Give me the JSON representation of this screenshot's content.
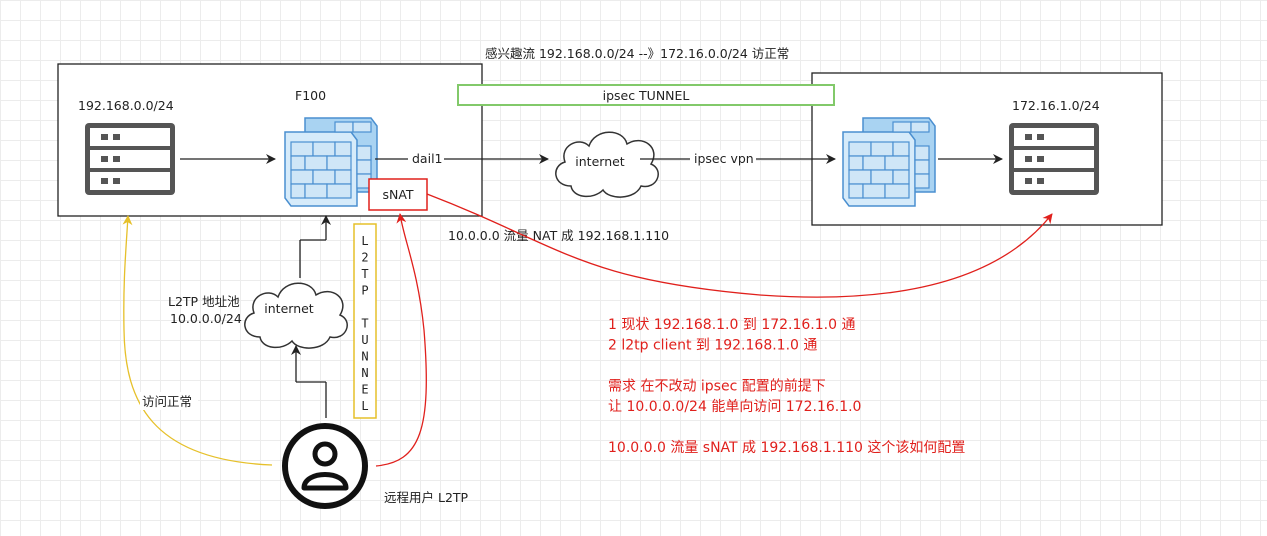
{
  "top_caption": "感兴趣流 192.168.0.0/24 --》172.16.0.0/24 访正常",
  "ipsec_tunnel_label": "ipsec TUNNEL",
  "left_site": {
    "subnet_label": "192.168.0.0/24",
    "firewall_label": "F100",
    "uplink_label": "dail1",
    "snat_box_label": "sNAT"
  },
  "right_site": {
    "subnet_label": "172.16.1.0/24"
  },
  "internet_main_label": "internet",
  "ipsec_vpn_label": "ipsec vpn",
  "nat_annotation": "10.0.0.0 流量 NAT 成 192.168.1.110",
  "l2tp_pool": {
    "line1": "L2TP 地址池",
    "line2": "10.0.0.0/24"
  },
  "internet_l2tp_label": "internet",
  "l2tp_tunnel_letters": [
    "L",
    "2",
    "T",
    "P",
    "",
    "T",
    "U",
    "N",
    "N",
    "E",
    "L"
  ],
  "access_ok_label": "访问正常",
  "remote_user_label": "远程用户 L2TP",
  "notes": [
    "1 现状 192.168.1.0 到 172.16.1.0 通",
    "2 l2tp client 到 192.168.1.0 通",
    "",
    "需求 在不改动 ipsec 配置的前提下",
    "让 10.0.0.0/24 能单向访问 172.16.1.0",
    "",
    "10.0.0.0 流量 sNAT 成 192.168.1.110  这个该如何配置"
  ],
  "colors": {
    "red": "#e0201c",
    "yellow": "#e6c02a",
    "green_tunnel": "#82c96a",
    "firewall_front": "#cfe6f7",
    "firewall_stroke": "#4a8fd0",
    "server_gray": "#555555"
  }
}
